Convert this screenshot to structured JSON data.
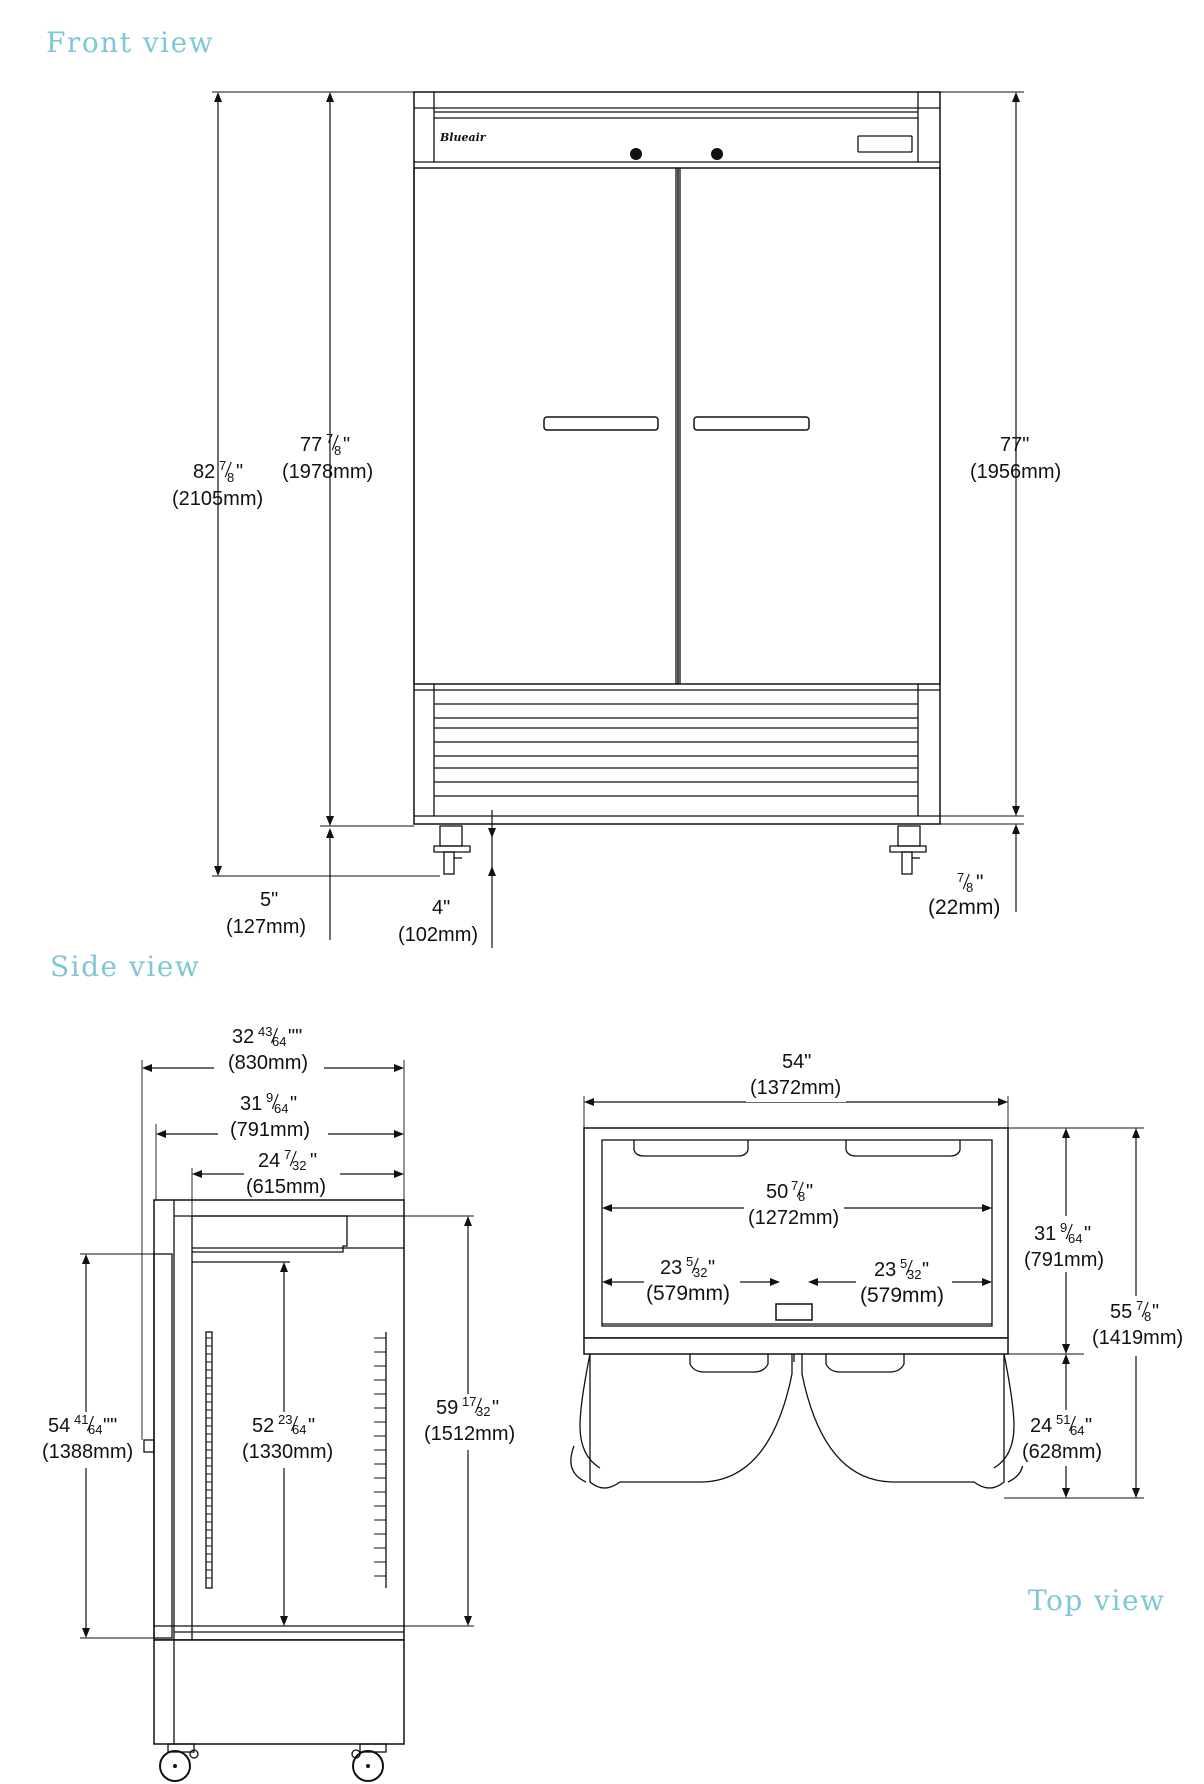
{
  "views": {
    "front_title": "Front view",
    "side_title": "Side view",
    "top_title": "Top view"
  },
  "front": {
    "brand_logo": "Blueair",
    "overall_height": {
      "whole": "82",
      "num": "7",
      "den": "8",
      "mm": "(2105mm)"
    },
    "cabinet_height": {
      "whole": "77",
      "num": "7",
      "den": "8",
      "mm": "(1978mm)"
    },
    "right_height": {
      "text": "77\"",
      "mm": "(1956mm)"
    },
    "caster_height": {
      "text": "5\"",
      "mm": "(127mm)"
    },
    "caster_offset": {
      "text": "4\"",
      "mm": "(102mm)"
    },
    "gap": {
      "num": "7",
      "den": "8",
      "mm": "(22mm)"
    }
  },
  "side": {
    "overall_depth": {
      "whole": "32",
      "num": "43",
      "den": "64",
      "suffix": "\"\"",
      "mm": "(830mm)"
    },
    "depth_no_handle": {
      "whole": "31",
      "num": "9",
      "den": "64",
      "mm": "(791mm)"
    },
    "interior_depth": {
      "whole": "24",
      "num": "7",
      "den": "32",
      "mm": "(615mm)"
    },
    "door_height": {
      "whole": "54",
      "num": "41",
      "den": "64",
      "suffix": "\"\"",
      "mm": "(1388mm)"
    },
    "interior_height": {
      "whole": "52",
      "num": "23",
      "den": "64",
      "mm": "(1330mm)"
    },
    "opening_height": {
      "whole": "59",
      "num": "17",
      "den": "32",
      "mm": "(1512mm)"
    }
  },
  "top": {
    "width": {
      "text": "54\"",
      "mm": "(1372mm)"
    },
    "interior_width": {
      "whole": "50",
      "num": "7",
      "den": "8",
      "mm": "(1272mm)"
    },
    "half_left": {
      "whole": "23",
      "num": "5",
      "den": "32",
      "mm": "(579mm)"
    },
    "half_right": {
      "whole": "23",
      "num": "5",
      "den": "32",
      "mm": "(579mm)"
    },
    "depth": {
      "whole": "31",
      "num": "9",
      "den": "64",
      "mm": "(791mm)"
    },
    "total_depth": {
      "whole": "55",
      "num": "7",
      "den": "8",
      "mm": "(1419mm)"
    },
    "door_swing": {
      "whole": "24",
      "num": "51",
      "den": "64",
      "mm": "(628mm)"
    }
  }
}
